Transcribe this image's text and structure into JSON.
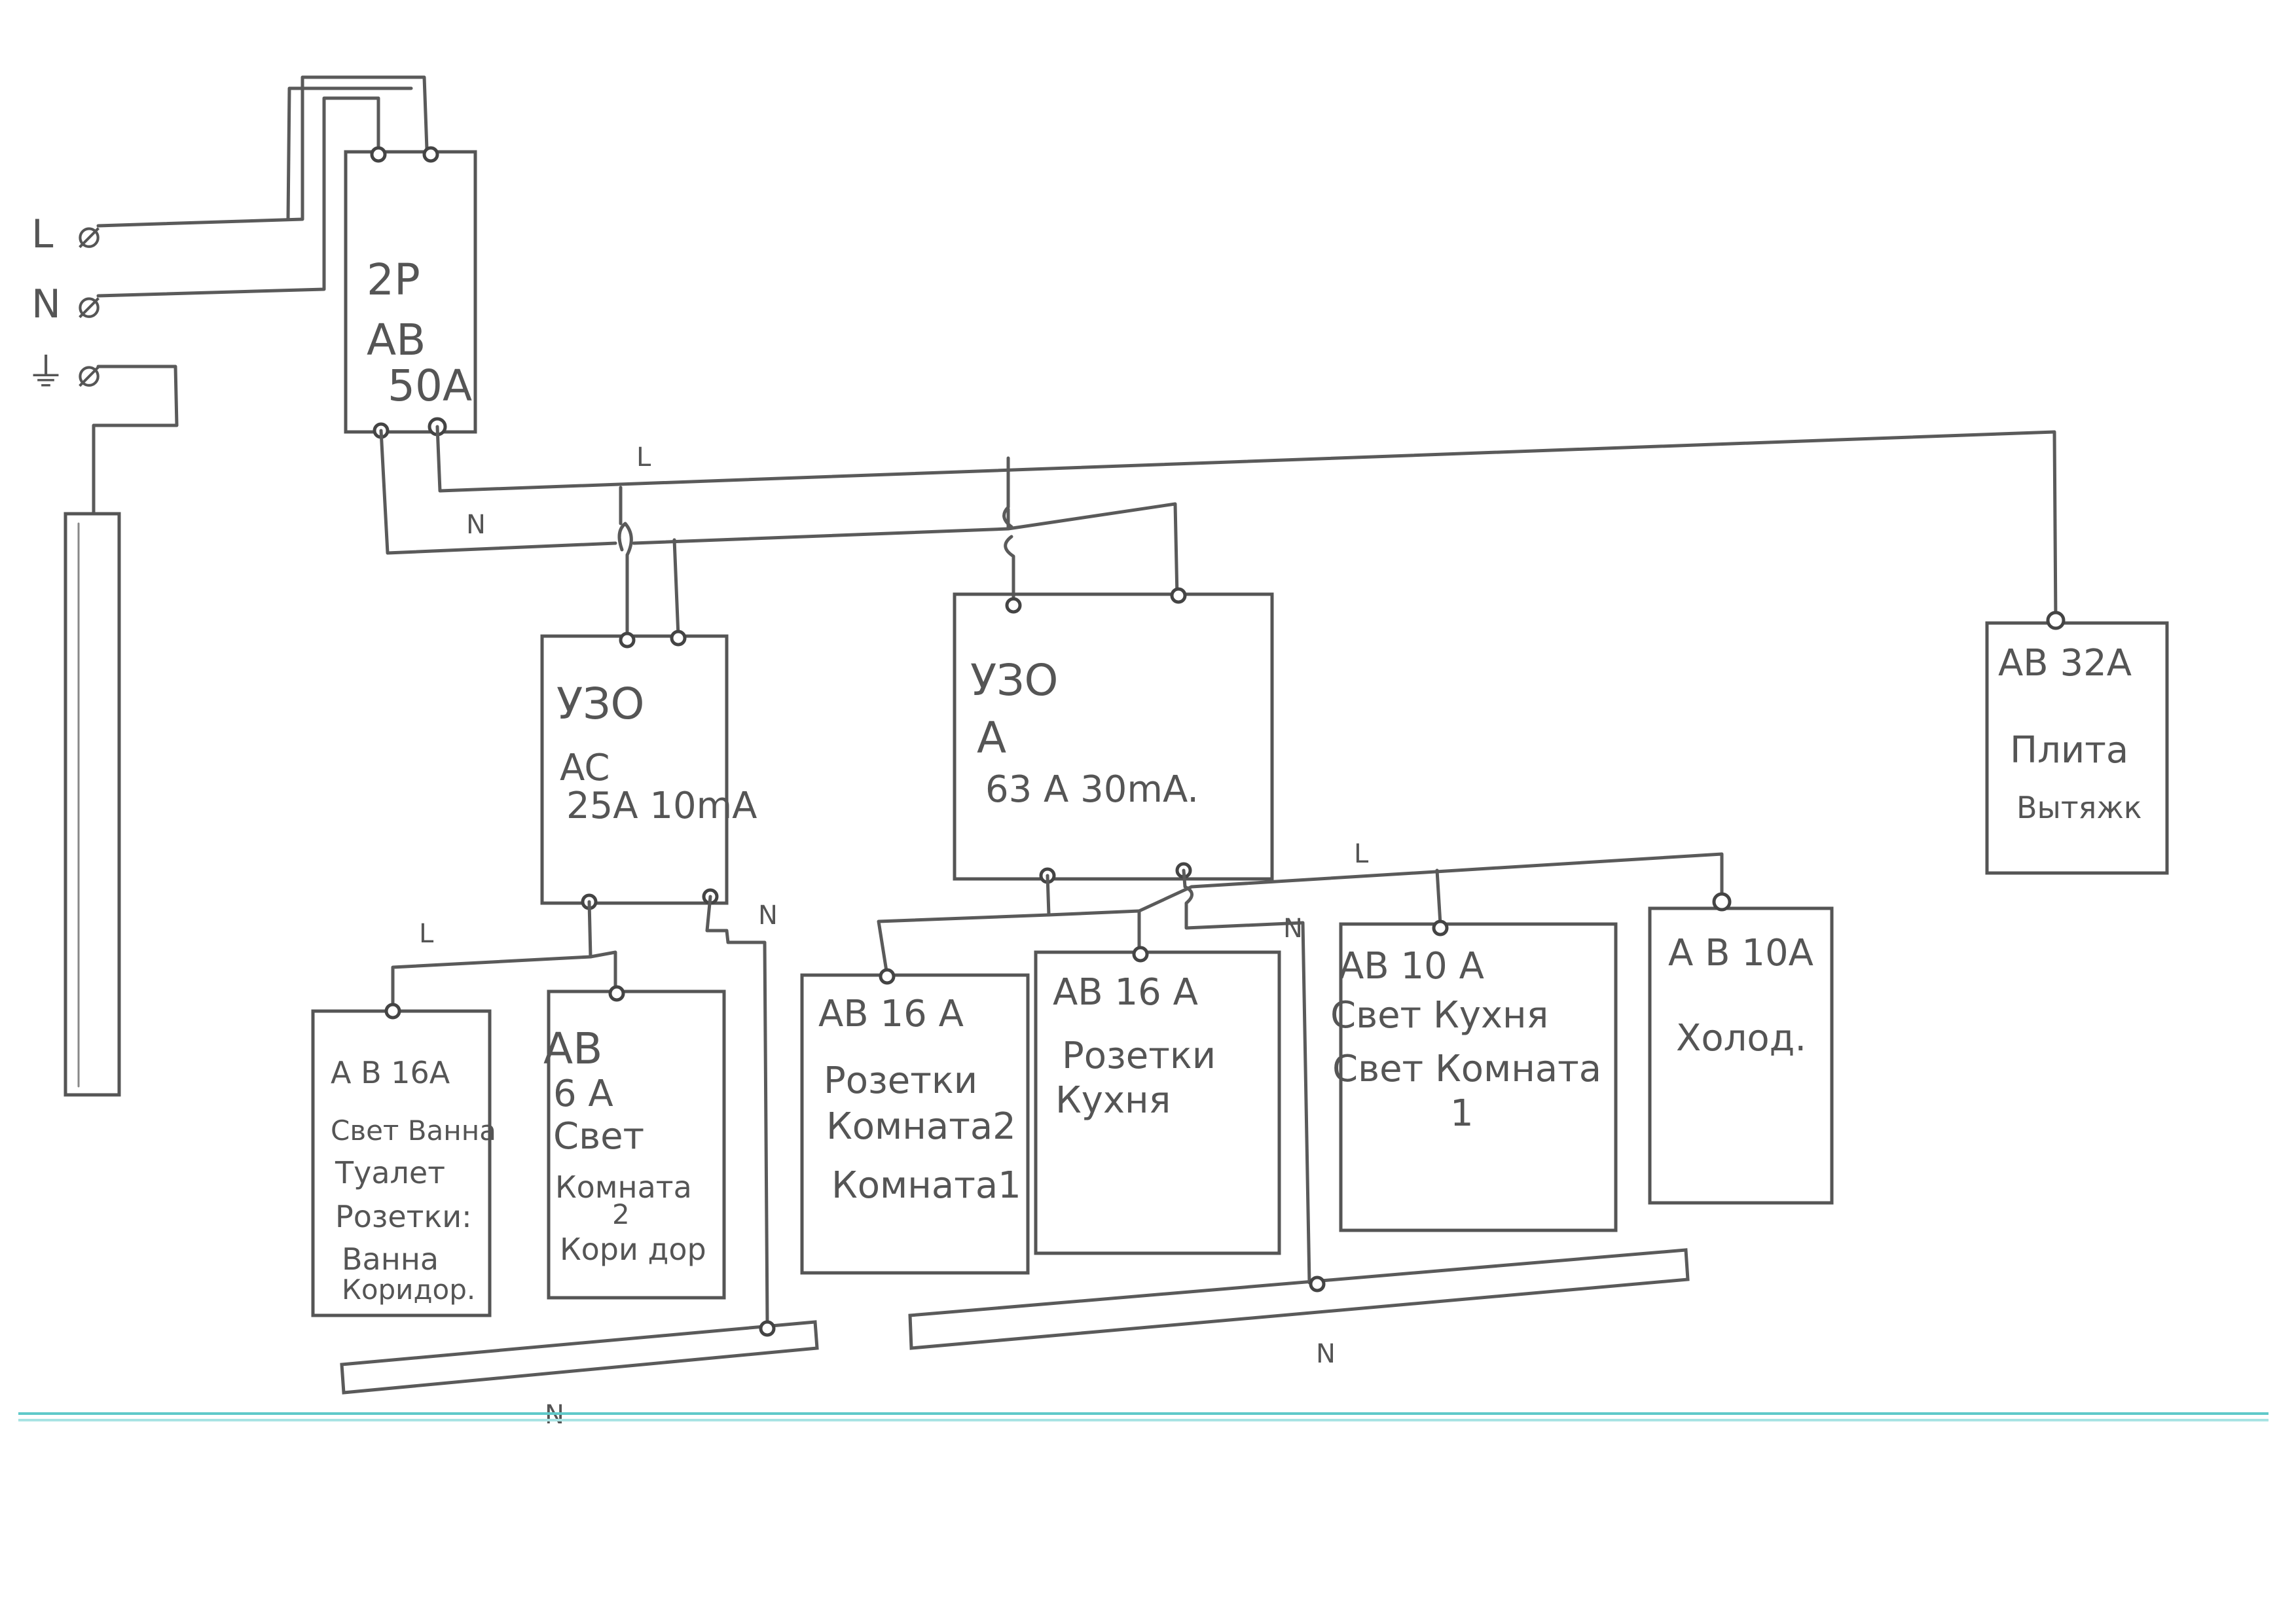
{
  "inputs": [
    {
      "symbol": "L",
      "mark": "⌀"
    },
    {
      "symbol": "N",
      "mark": "⌀"
    },
    {
      "symbol": "⏚",
      "mark": "⌀"
    }
  ],
  "main_breaker": {
    "lines": [
      "2P",
      "AB",
      "50A"
    ]
  },
  "wire_labels": {
    "main_L": "L",
    "main_N": "N",
    "rcd1_L": "L",
    "rcd1_N": "N",
    "rcd2_L": "L",
    "rcd2_N": "N",
    "bus1_N": "N",
    "bus2_N": "N"
  },
  "rcd1": {
    "lines": [
      "УЗО",
      "AC",
      "25A 10mA"
    ]
  },
  "rcd2": {
    "lines": [
      "УЗО",
      "A",
      "63 A  30mA."
    ]
  },
  "stove_breaker": {
    "lines": [
      "AB 32A",
      "Плита",
      "Вытяжк"
    ]
  },
  "circuits": [
    {
      "lines": [
        "A B 16A",
        "Свет Ванна",
        "Туалет",
        "Розетки:",
        "Ванна",
        "Коридор."
      ]
    },
    {
      "lines": [
        "AB",
        "6 A",
        "Свет",
        "Комната",
        "2",
        "Кори дор"
      ]
    },
    {
      "lines": [
        "AB 16 A",
        "Розетки",
        "Комната2",
        "Комната1"
      ]
    },
    {
      "lines": [
        "AB 16 A",
        "Розетки",
        "Кухня"
      ]
    },
    {
      "lines": [
        "AB 10 A",
        "Свет Кухня",
        "Свет Комната",
        "1"
      ]
    },
    {
      "lines": [
        "A B 10A",
        "Холод."
      ]
    }
  ]
}
